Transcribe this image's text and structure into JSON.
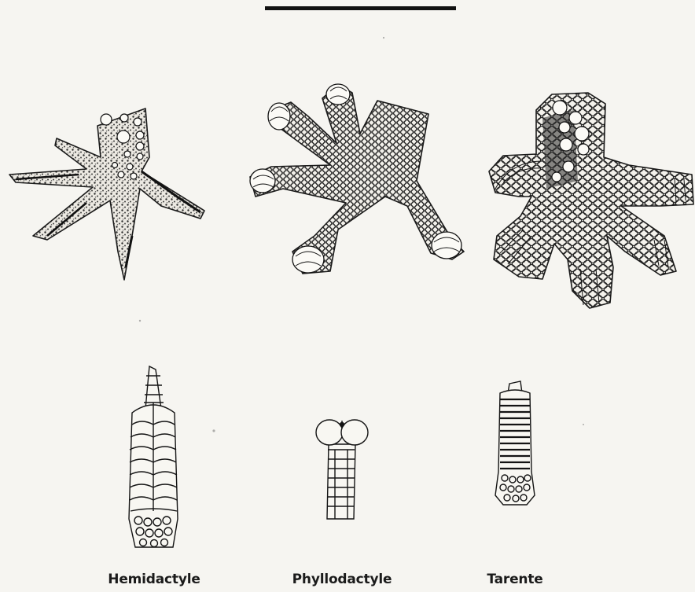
{
  "figure": {
    "captions": [
      "Hemidactyle",
      "Phyllodactyle",
      "Tarente"
    ],
    "ink_color": "#1b1b1b",
    "paper_color": "#f6f5f1",
    "panels": [
      {
        "genus": "Hemidactyle",
        "foot_icon": "gecko-foot-slender-toes-icon",
        "toe_icon": "toe-pad-divided-lamellae-icon"
      },
      {
        "genus": "Phyllodactyle",
        "foot_icon": "gecko-foot-leaf-tip-icon",
        "toe_icon": "toe-pad-leaf-tip-icon"
      },
      {
        "genus": "Tarente",
        "foot_icon": "gecko-foot-broad-pads-icon",
        "toe_icon": "toe-pad-undivided-lamellae-icon"
      }
    ]
  }
}
